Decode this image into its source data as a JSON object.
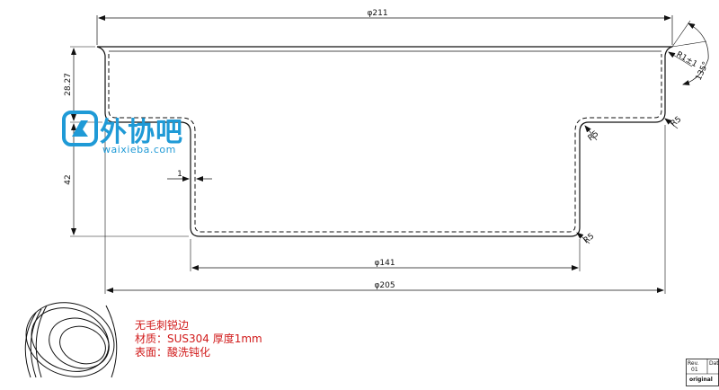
{
  "drawing": {
    "dim_top_diameter": "φ211",
    "dim_height_total": "28.27",
    "dim_height_lower": "42",
    "dim_thickness": "1",
    "dim_bottom_diameter": "φ141",
    "dim_mid_diameter": "φ205",
    "radius_rim": "R1±1",
    "angle_rim": "135°",
    "radius_shoulder_outer": "R5",
    "radius_shoulder_inner": "R5",
    "radius_bottom": "R5"
  },
  "notes": [
    "无毛刺锐边",
    "材质：SUS304 厚度1mm",
    "表面：酸洗钝化"
  ],
  "watermark": {
    "name": "外协吧",
    "url": "waixieba.com",
    "color": "#1f9ad6"
  },
  "title_block": {
    "rev_label": "Rev.",
    "dat_label": "Dat",
    "rev_value": "01",
    "original_label": "original"
  },
  "colors": {
    "line": "#111111",
    "notes": "#d11a1a",
    "watermark": "#1f9ad6"
  }
}
